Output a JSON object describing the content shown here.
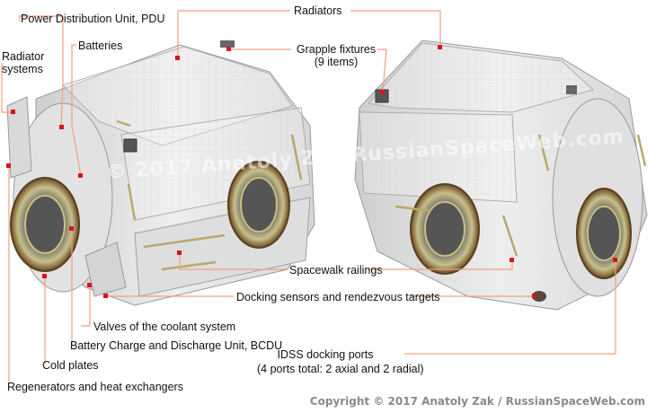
{
  "labels": {
    "pdu": "Power Distribution Unit, PDU",
    "batteries": "Batteries",
    "radiator_systems_l1": "Radiator",
    "radiator_systems_l2": "systems",
    "radiators": "Radiators",
    "grapple_l1": "Grapple fixtures",
    "grapple_l2": "(9 items)",
    "spacewalk_railings": "Spacewalk railings",
    "docking_sensors": "Docking sensors and rendezvous targets",
    "valves": "Valves of the coolant system",
    "bcdu": "Battery Charge and Discharge Unit, BCDU",
    "idss_l1": "IDSS docking ports",
    "idss_l2": "(4 ports total: 2 axial and 2 radial)",
    "cold_plates": "Cold plates",
    "regenerators": "Regenerators and heat exchangers"
  },
  "watermark": "© 2017 Anatoly Zak RussianSpaceWeb.com",
  "copyright": "Copyright © 2017 Anatoly Zak / RussianSpaceWeb.com",
  "colors": {
    "leader_line": "#f0a080",
    "marker": "#d8141c",
    "hull": "#e6e6e6",
    "port_ring": "#7a5a30"
  }
}
